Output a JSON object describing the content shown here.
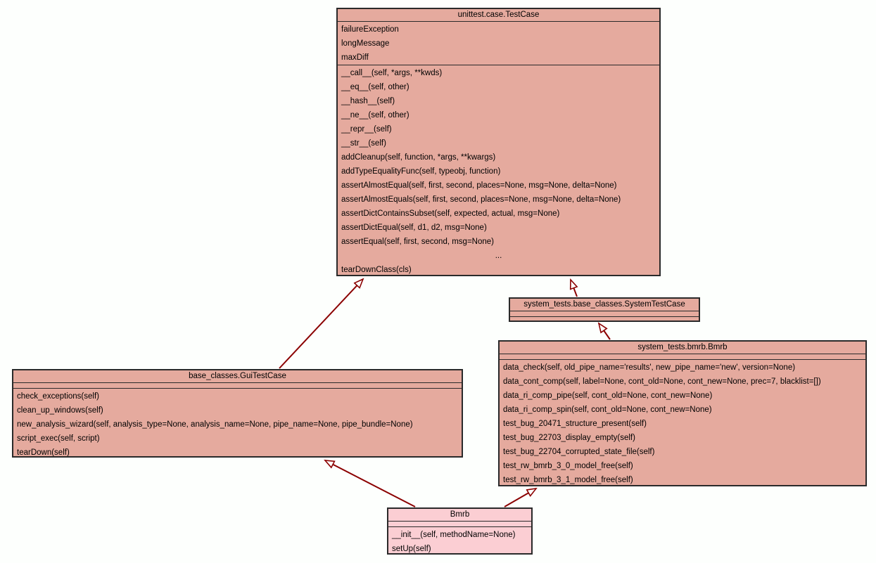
{
  "diagram_type": "uml-class-inheritance",
  "colors": {
    "background": "#fdfffd",
    "class_fill": "#e5aa9e",
    "highlight_fill": "#fbced3",
    "border": "#2a2a2a",
    "arrow": "#8b0000",
    "text": "#000000"
  },
  "classes": [
    {
      "id": "testcase",
      "title": "unittest.case.TestCase",
      "attributes": [
        "failureException",
        "longMessage",
        "maxDiff"
      ],
      "methods_top": [
        "__call__(self, *args, **kwds)",
        "__eq__(self, other)",
        "__hash__(self)",
        "__ne__(self, other)",
        "__repr__(self)",
        "__str__(self)",
        "addCleanup(self, function, *args, **kwargs)",
        "addTypeEqualityFunc(self, typeobj, function)",
        "assertAlmostEqual(self, first, second, places=None, msg=None, delta=None)",
        "assertAlmostEquals(self, first, second, places=None, msg=None, delta=None)",
        "assertDictContainsSubset(self, expected, actual, msg=None)",
        "assertDictEqual(self, d1, d2, msg=None)",
        "assertEqual(self, first, second, msg=None)"
      ],
      "more_indicator": "...",
      "methods_bottom": [
        "tearDownClass(cls)"
      ]
    },
    {
      "id": "systemtestcase",
      "title": "system_tests.base_classes.SystemTestCase",
      "attributes": [],
      "methods": []
    },
    {
      "id": "system-bmrb",
      "title": "system_tests.bmrb.Bmrb",
      "attributes": [],
      "methods": [
        "data_check(self, old_pipe_name='results', new_pipe_name='new', version=None)",
        "data_cont_comp(self, label=None, cont_old=None, cont_new=None, prec=7, blacklist=[])",
        "data_ri_comp_pipe(self, cont_old=None, cont_new=None)",
        "data_ri_comp_spin(self, cont_old=None, cont_new=None)",
        "test_bug_20471_structure_present(self)",
        "test_bug_22703_display_empty(self)",
        "test_bug_22704_corrupted_state_file(self)",
        "test_rw_bmrb_3_0_model_free(self)",
        "test_rw_bmrb_3_1_model_free(self)"
      ]
    },
    {
      "id": "guitestcase",
      "title": "base_classes.GuiTestCase",
      "attributes": [],
      "methods": [
        "check_exceptions(self)",
        "clean_up_windows(self)",
        "new_analysis_wizard(self, analysis_type=None, analysis_name=None, pipe_name=None, pipe_bundle=None)",
        "script_exec(self, script)",
        "tearDown(self)"
      ]
    },
    {
      "id": "bmrb",
      "title": "Bmrb",
      "attributes": [],
      "methods": [
        "__init__(self, methodName=None)",
        "setUp(self)"
      ]
    }
  ],
  "relationships": [
    {
      "type": "inheritance",
      "child": "base_classes.GuiTestCase",
      "parent": "unittest.case.TestCase"
    },
    {
      "type": "inheritance",
      "child": "system_tests.base_classes.SystemTestCase",
      "parent": "unittest.case.TestCase"
    },
    {
      "type": "inheritance",
      "child": "system_tests.bmrb.Bmrb",
      "parent": "system_tests.base_classes.SystemTestCase"
    },
    {
      "type": "inheritance",
      "child": "Bmrb",
      "parent": "base_classes.GuiTestCase"
    },
    {
      "type": "inheritance",
      "child": "Bmrb",
      "parent": "system_tests.bmrb.Bmrb"
    }
  ]
}
